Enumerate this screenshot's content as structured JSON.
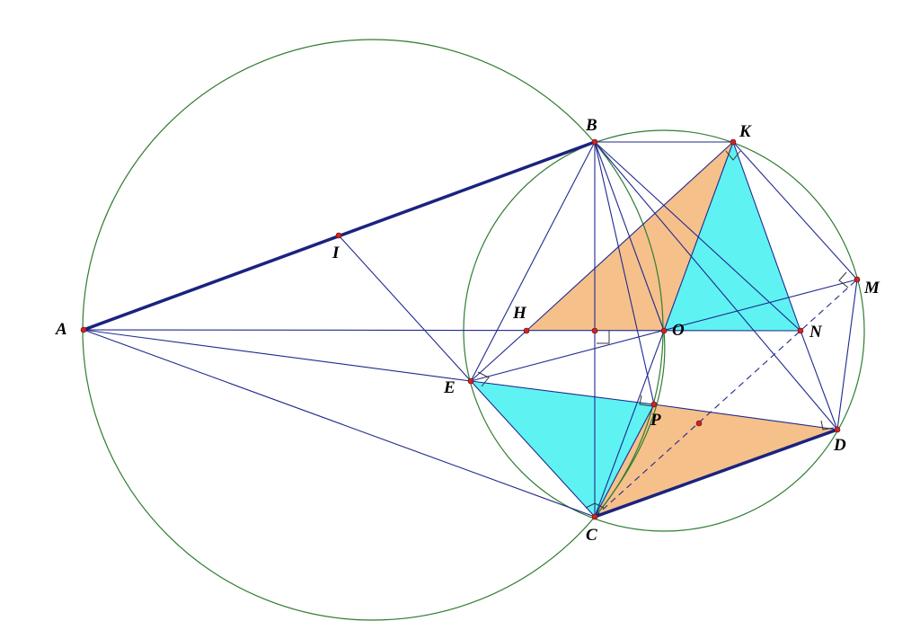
{
  "colors": {
    "circle": "#2e7d32",
    "line": "#1f2a8f",
    "thick_line": "#1a237e",
    "point": "#c62828",
    "orange_fill": "#f6c08b",
    "cyan_fill": "#5ff2f2",
    "label": "#000000"
  },
  "labels": {
    "A": "A",
    "B": "B",
    "K": "K",
    "I": "I",
    "H": "H",
    "O": "O",
    "N": "N",
    "M": "M",
    "E": "E",
    "P": "P",
    "D": "D",
    "C": "C"
  }
}
